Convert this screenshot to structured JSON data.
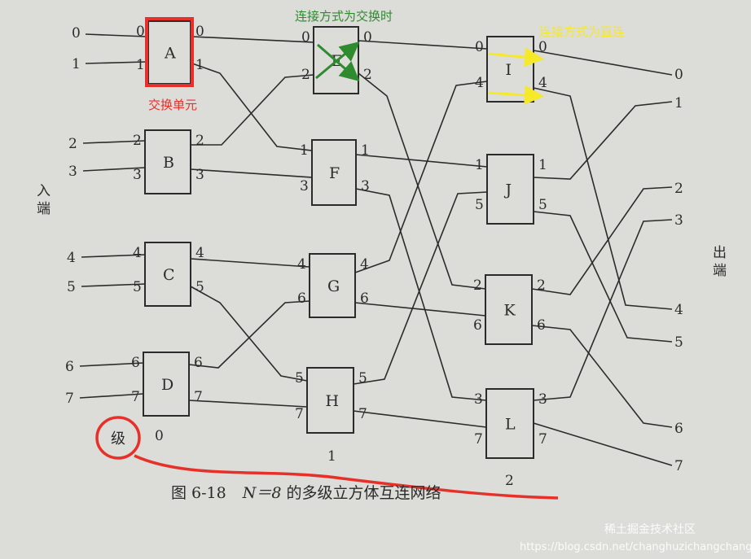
{
  "side_labels": {
    "input": "入端",
    "output": "出端"
  },
  "stage_label": "级",
  "stage_numbers": [
    "0",
    "1",
    "2"
  ],
  "caption": {
    "prefix": "图 6-18",
    "formula": "N＝8",
    "suffix": " 的多级立方体互连网络"
  },
  "annotations": {
    "switch_unit": "交换单元",
    "exchange_mode": "连接方式为交换时",
    "straight_mode": "连接方式为直连"
  },
  "watermark": "稀土掘金技术社区",
  "url": "https://blog.csdn.net/changhuzichangchang",
  "colors": {
    "red": "#e8302a",
    "green": "#2e8b2e",
    "yellow": "#f5e92a",
    "ink": "#2b2b2b",
    "paper": "#dcdcd8"
  },
  "switches": [
    {
      "id": "A",
      "stage": 0,
      "in": [
        "0",
        "1"
      ],
      "out": [
        "0",
        "1"
      ]
    },
    {
      "id": "B",
      "stage": 0,
      "in": [
        "2",
        "3"
      ],
      "out": [
        "2",
        "3"
      ]
    },
    {
      "id": "C",
      "stage": 0,
      "in": [
        "4",
        "5"
      ],
      "out": [
        "4",
        "5"
      ]
    },
    {
      "id": "D",
      "stage": 0,
      "in": [
        "6",
        "7"
      ],
      "out": [
        "6",
        "7"
      ]
    },
    {
      "id": "E",
      "stage": 1,
      "in": [
        "0",
        "2"
      ],
      "out": [
        "0",
        "2"
      ]
    },
    {
      "id": "F",
      "stage": 1,
      "in": [
        "1",
        "3"
      ],
      "out": [
        "1",
        "3"
      ]
    },
    {
      "id": "G",
      "stage": 1,
      "in": [
        "4",
        "6"
      ],
      "out": [
        "4",
        "6"
      ]
    },
    {
      "id": "H",
      "stage": 1,
      "in": [
        "5",
        "7"
      ],
      "out": [
        "5",
        "7"
      ]
    },
    {
      "id": "I",
      "stage": 2,
      "in": [
        "0",
        "4"
      ],
      "out": [
        "0",
        "4"
      ]
    },
    {
      "id": "J",
      "stage": 2,
      "in": [
        "1",
        "5"
      ],
      "out": [
        "1",
        "5"
      ]
    },
    {
      "id": "K",
      "stage": 2,
      "in": [
        "2",
        "6"
      ],
      "out": [
        "2",
        "6"
      ]
    },
    {
      "id": "L",
      "stage": 2,
      "in": [
        "3",
        "7"
      ],
      "out": [
        "3",
        "7"
      ]
    }
  ],
  "inputs": [
    "0",
    "1",
    "2",
    "3",
    "4",
    "5",
    "6",
    "7"
  ],
  "outputs": [
    "0",
    "1",
    "2",
    "3",
    "4",
    "5",
    "6",
    "7"
  ]
}
